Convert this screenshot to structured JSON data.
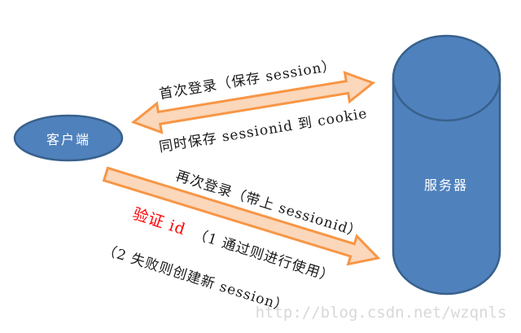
{
  "client": {
    "label": "客户端"
  },
  "server": {
    "label": "服务器"
  },
  "flow_first_login": {
    "label_top": "首次登录（保存 session）",
    "label_bottom": "同时保存 sessionid 到 cookie"
  },
  "flow_second_login": {
    "label": "再次登录（带上 sessionid）",
    "verify_label": "验证 id",
    "case_pass": "（1 通过则进行使用）",
    "case_fail": "（2 失败则创建新 session）"
  },
  "watermark": "http://blog.csdn.net/wzqnls",
  "colors": {
    "node_fill": "#4f81bd",
    "node_border": "#38618c",
    "arrow_fill": "#fbd7bb",
    "arrow_border": "#f79646",
    "annotation_text": "#1a1a1a",
    "verify_text": "#ff0000",
    "watermark_text": "#d8d8d8"
  }
}
